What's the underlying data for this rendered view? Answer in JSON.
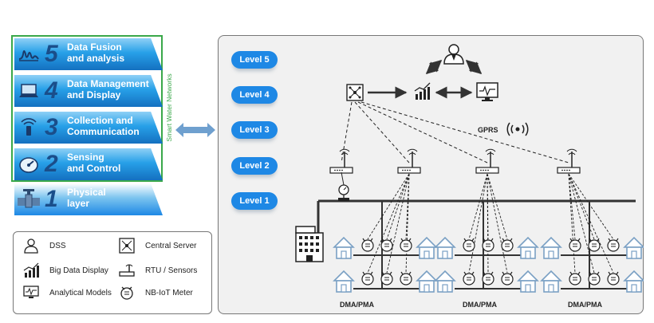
{
  "layers": [
    {
      "number": "5",
      "line1": "Data Fusion",
      "line2": "and analysis",
      "icon": "waveform-icon"
    },
    {
      "number": "4",
      "line1": "Data Management",
      "line2": "and Display",
      "icon": "laptop-icon"
    },
    {
      "number": "3",
      "line1": "Collection and",
      "line2": "Communication",
      "icon": "wireless-hand-icon"
    },
    {
      "number": "2",
      "line1": "Sensing",
      "line2": "and Control",
      "icon": "gauge-icon"
    },
    {
      "number": "1",
      "line1": "Physical",
      "line2": "layer",
      "icon": "pipe-valve-icon"
    }
  ],
  "vertical_label": "Smart Water Networks",
  "legend": [
    {
      "label": "DSS",
      "icon": "person-icon"
    },
    {
      "label": "Big Data Display",
      "icon": "bar-chart-icon"
    },
    {
      "label": "Analytical Models",
      "icon": "monitor-icon"
    },
    {
      "label": "Central Server",
      "icon": "server-hub-icon"
    },
    {
      "label": "RTU / Sensors",
      "icon": "rtu-icon"
    },
    {
      "label": "NB-IoT Meter",
      "icon": "meter-icon"
    }
  ],
  "levels": [
    "Level 5",
    "Level 4",
    "Level 3",
    "Level 2",
    "Level 1"
  ],
  "gprs_label": "GPRS",
  "dma_labels": [
    "DMA/PMA",
    "DMA/PMA",
    "DMA/PMA"
  ],
  "colors": {
    "accent": "#1e88e5",
    "frame": "#3aa84a",
    "layer_dark": "#1a4e8a"
  }
}
